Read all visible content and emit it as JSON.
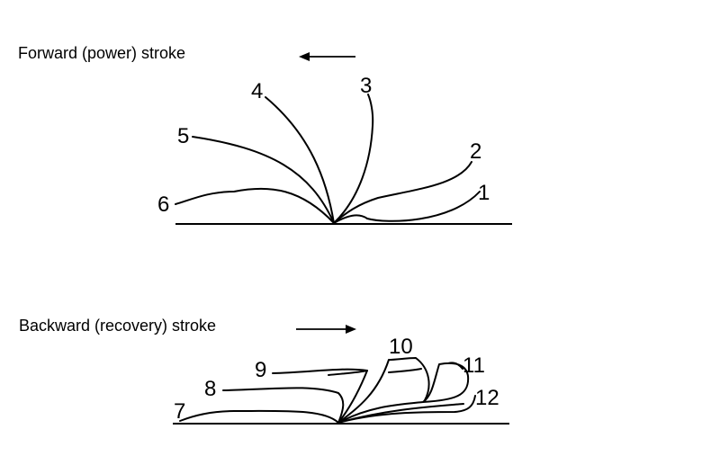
{
  "forward": {
    "title": "Forward (power) stroke",
    "arrow_direction": "left",
    "positions": [
      "1",
      "2",
      "3",
      "4",
      "5",
      "6"
    ]
  },
  "backward": {
    "title": "Backward (recovery) stroke",
    "arrow_direction": "right",
    "positions": [
      "7",
      "8",
      "9",
      "10",
      "11",
      "12"
    ]
  }
}
